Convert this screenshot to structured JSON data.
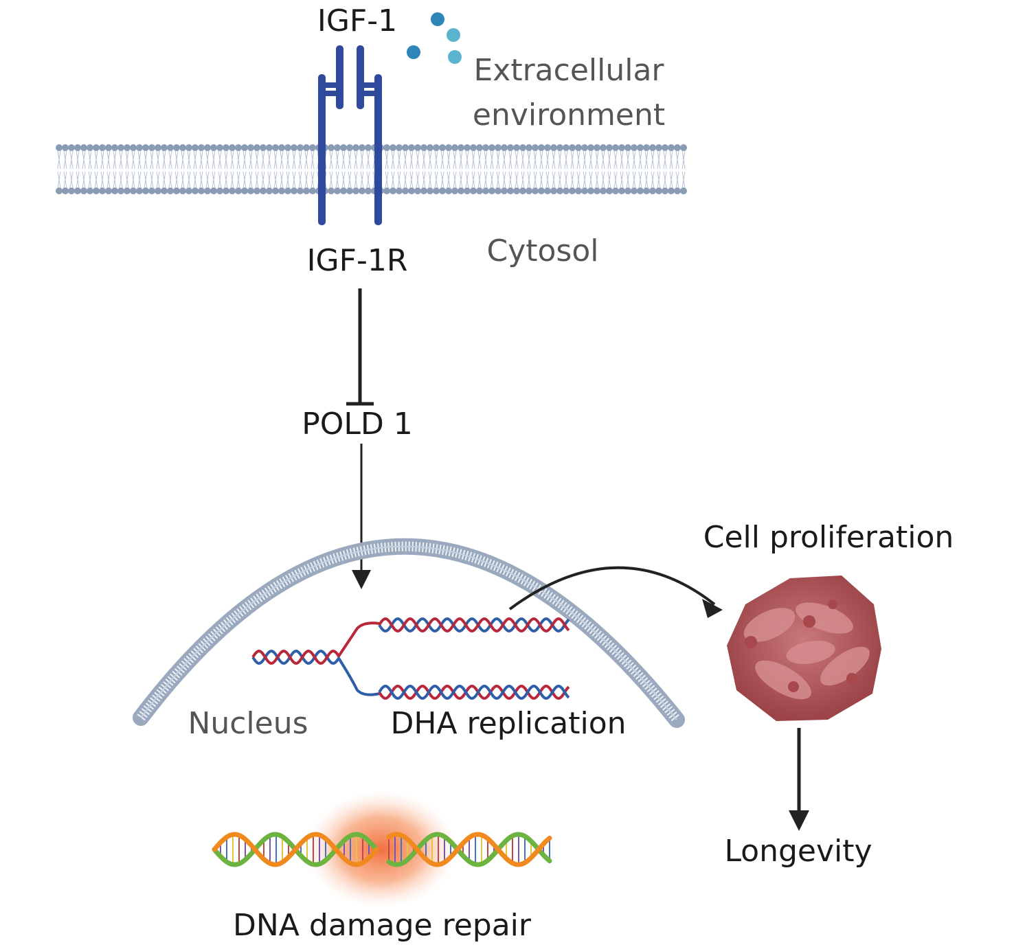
{
  "labels": {
    "ligand": "IGF-1",
    "extracellular_line1": "Extracellular",
    "extracellular_line2": "environment",
    "receptor": "IGF-1R",
    "cytosol": "Cytosol",
    "pold1": "POLD 1",
    "nucleus": "Nucleus",
    "replication": "DHA replication",
    "proliferation": "Cell proliferation",
    "longevity": "Longevity",
    "repair": "DNA damage repair"
  },
  "colors": {
    "receptor": "#2f4a9c",
    "membrane": "#8a9bb4",
    "ligand_dark": "#2e86b8",
    "ligand_light": "#5ab4cf",
    "dna_red": "#b8273a",
    "dna_blue": "#2f5ea8",
    "helix_orange": "#f08a1e",
    "helix_green": "#6cb33f",
    "damage_glow": "#f06a35",
    "cell_mass": "#b85a5e",
    "arrow": "#222222"
  },
  "icons": {
    "ligand": "ligand-molecule-icon",
    "receptor": "receptor-icon",
    "membrane": "lipid-bilayer-icon",
    "nucleus": "nuclear-envelope-icon",
    "dna": "dna-strand-icon",
    "cells": "cell-cluster-icon",
    "helix": "dna-helix-icon"
  }
}
